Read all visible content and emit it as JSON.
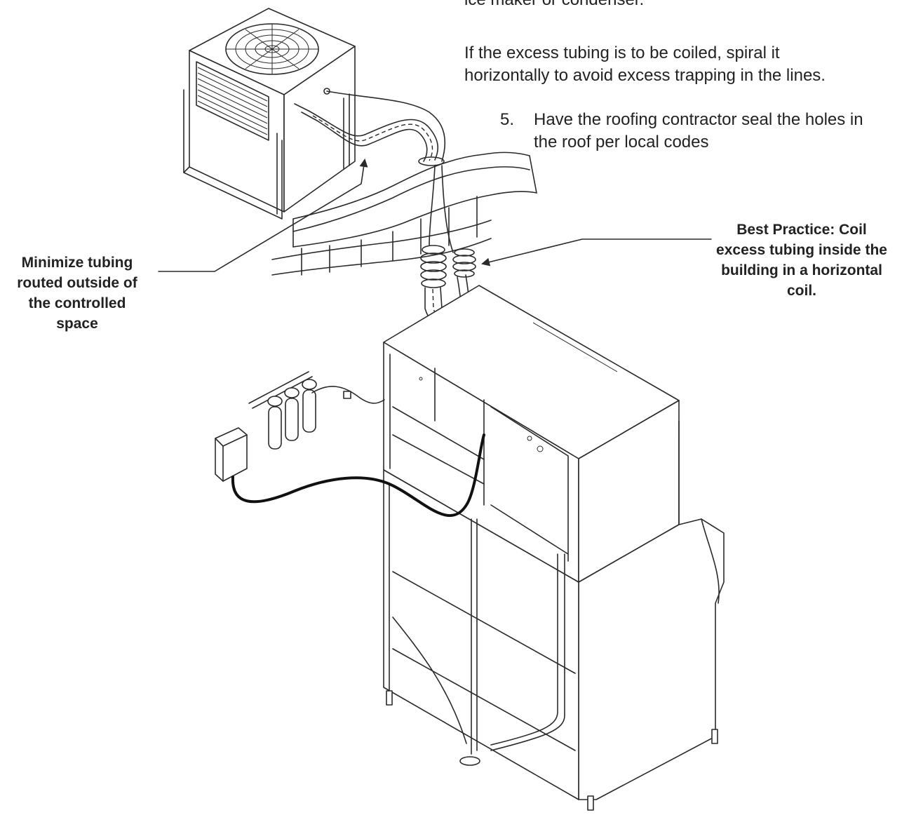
{
  "text": {
    "intro_fragment": "ice maker or condenser.",
    "coil_paragraph_line1": "If the excess tubing is to be coiled, spiral it",
    "coil_paragraph_line2": "horizontally to avoid excess trapping in the lines.",
    "step5_number": "5.",
    "step5_line1": "Have the roofing contractor seal the holes in",
    "step5_line2": "the roof per local codes"
  },
  "callouts": {
    "minimize": [
      "Minimize tubing",
      "routed outside of",
      "the controlled",
      "space"
    ],
    "best_practice": [
      "Best Practice: Coil",
      "excess tubing inside the",
      "building in a horizontal",
      "coil."
    ]
  },
  "icons": {
    "condenser": "remote-condenser-icon",
    "ice_machine": "ice-machine-icon",
    "filter": "water-filter-icon",
    "junction_box": "electrical-box-icon"
  }
}
